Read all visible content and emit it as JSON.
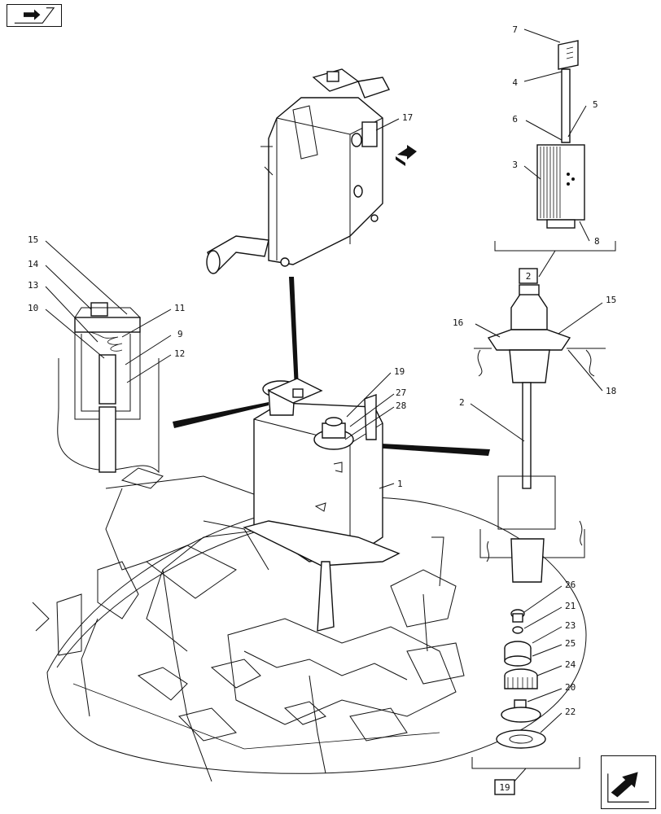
{
  "navigation": {
    "prev_icon": "back-arrow-icon",
    "next_icon": "forward-arrow-icon",
    "inline_icon": "forward-arrow-icon"
  },
  "callouts": {
    "c1": "1",
    "c2": "2",
    "c3": "3",
    "c4": "4",
    "c5": "5",
    "c6": "6",
    "c7": "7",
    "c8": "8",
    "c9": "9",
    "c10": "10",
    "c11": "11",
    "c12": "12",
    "c13": "13",
    "c14": "14",
    "c15a": "15",
    "c15b": "15",
    "c16": "16",
    "c17": "17",
    "c18": "18",
    "c19": "19",
    "c20": "20",
    "c21": "21",
    "c22": "22",
    "c23": "23",
    "c24": "24",
    "c25": "25",
    "c26": "26",
    "c27": "27",
    "c28": "28"
  },
  "boxes": {
    "kit_filter": "2",
    "kit_cap": "19"
  }
}
